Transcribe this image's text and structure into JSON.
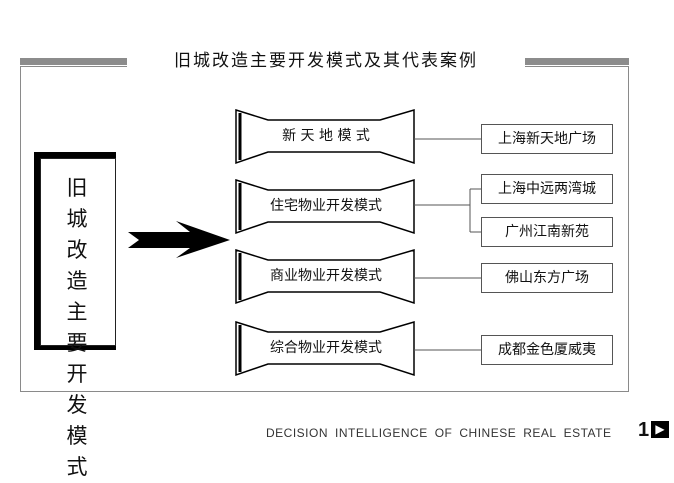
{
  "title": "旧城改造主要开发模式及其代表案例",
  "main_label": [
    "旧 城",
    "改 造",
    "主 要",
    "开 发",
    "模 式"
  ],
  "modes": [
    {
      "label": "新 天 地 模 式",
      "cases": [
        "上海新天地广场"
      ]
    },
    {
      "label": "住宅物业开发模式",
      "cases": [
        "上海中远两湾城",
        "广州江南新苑"
      ]
    },
    {
      "label": "商业物业开发模式",
      "cases": [
        "佛山东方广场"
      ]
    },
    {
      "label": "综合物业开发模式",
      "cases": [
        "成都金色厦威夷"
      ]
    }
  ],
  "footer": {
    "words": [
      "DECISION",
      "INTELLIGENCE",
      "OF",
      "CHINESE",
      "REAL",
      "ESTATE"
    ],
    "page": "1"
  },
  "icons": {
    "arrow": "right-arrow-icon",
    "next": "next-page-icon"
  }
}
